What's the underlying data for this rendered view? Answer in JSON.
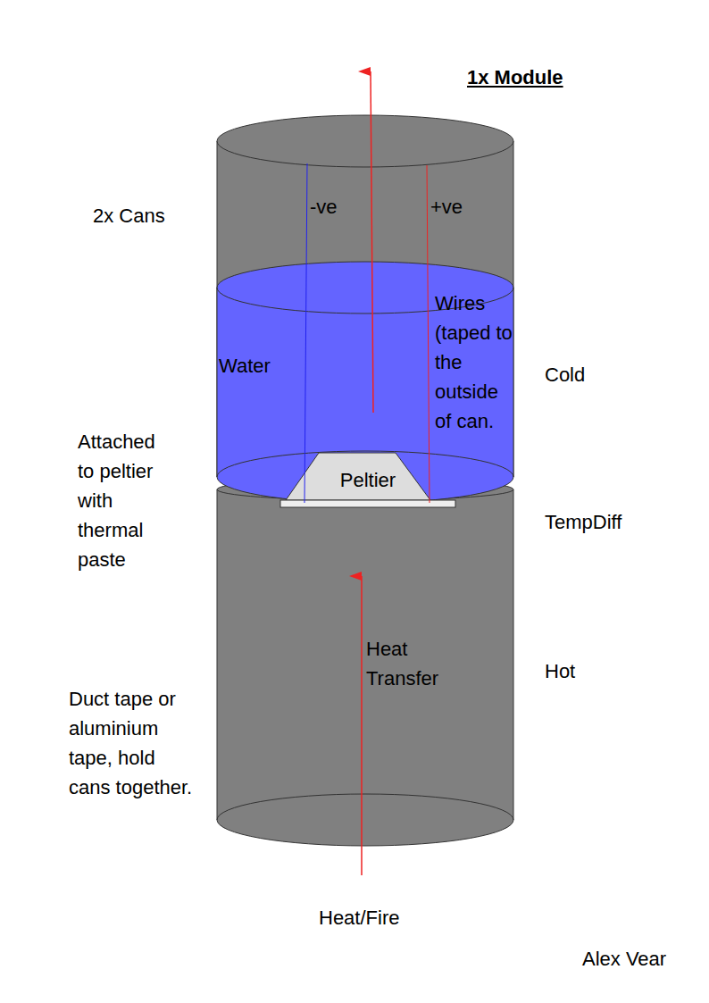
{
  "diagram": {
    "title": "1x Module",
    "nodes": [
      {
        "text": [
          "-ve",
          "+ve"
        ]
      },
      {
        "text": [
          "Water",
          "Wires (taped to the outside of can."
        ],
        "in": 0
      },
      {
        "text": [
          "Peltier"
        ]
      },
      {
        "text": [
          "Heat Transfer"
        ]
      }
    ],
    "labels": [
      "2x Cans",
      "Attached to peltier with thermal paste",
      "Duct tape or aluminium tape, hold cans together.",
      "Cold",
      "TempDiff",
      "Hot",
      "Heat/Fire",
      "Alex Vear"
    ]
  }
}
